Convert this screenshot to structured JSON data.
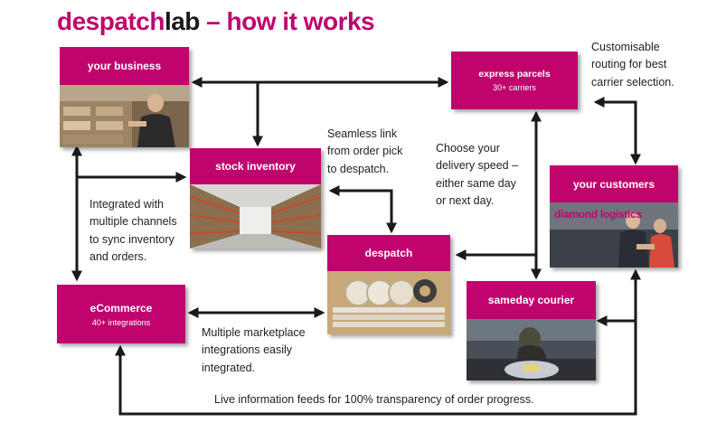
{
  "title": {
    "brand": "despatch",
    "brand_suffix": "lab",
    "rest": " – how it works"
  },
  "colors": {
    "brand": "#c0046e",
    "arrow": "#1a1a1a"
  },
  "nodes": {
    "your_business": {
      "label": "your business"
    },
    "stock_inventory": {
      "label": "stock inventory"
    },
    "despatch": {
      "label": "despatch"
    },
    "ecommerce": {
      "label": "eCommerce",
      "sub": "40+ integrations"
    },
    "express_parcels": {
      "label": "express parcels",
      "sub": "30+ carriers"
    },
    "your_customers": {
      "label": "your customers"
    },
    "sameday_courier": {
      "label": "sameday courier"
    }
  },
  "photos": {
    "customers_sign": "diamond logistics"
  },
  "notes": {
    "integrated": [
      "Integrated with",
      "multiple channels",
      "to sync inventory",
      "and orders."
    ],
    "seamless": [
      "Seamless link",
      "from order pick",
      "to despatch."
    ],
    "delivery_speed": [
      "Choose your",
      "delivery speed –",
      "either same day",
      "or next day."
    ],
    "customisable": [
      "Customisable",
      "routing for best",
      "carrier selection."
    ],
    "marketplace": [
      "Multiple marketplace",
      "integrations easily",
      "integrated."
    ],
    "live_feeds": "Live information feeds for 100% transparency of order progress."
  }
}
